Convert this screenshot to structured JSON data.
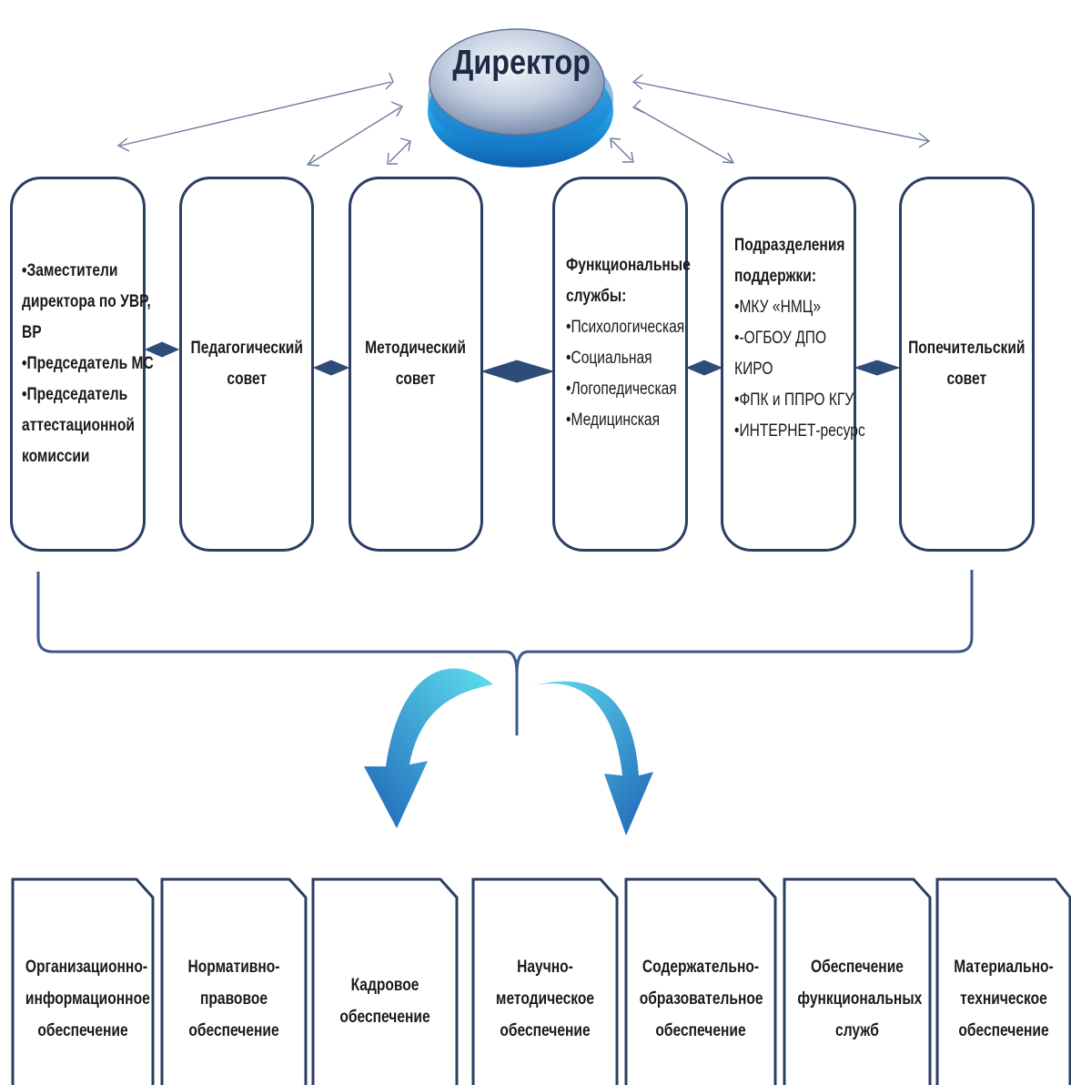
{
  "director": {
    "label": "Директор"
  },
  "structure_units": [
    {
      "id": "deputies",
      "lines": [
        {
          "text": "•Заместители",
          "bold": true
        },
        {
          "text": "директора по УВР,",
          "bold": true
        },
        {
          "text": "ВР",
          "bold": true
        },
        {
          "text": "•Председатель МС",
          "bold": true
        },
        {
          "text": "•Председатель",
          "bold": true
        },
        {
          "text": "аттестационной",
          "bold": true
        },
        {
          "text": "комиссии",
          "bold": true
        }
      ]
    },
    {
      "id": "pedagogical-council",
      "lines": [
        {
          "text": "Педагогический",
          "bold": true
        },
        {
          "text": "совет",
          "bold": true
        }
      ]
    },
    {
      "id": "methodical-council",
      "lines": [
        {
          "text": "Методический",
          "bold": true
        },
        {
          "text": "совет",
          "bold": true
        }
      ]
    },
    {
      "id": "functional-services",
      "lines": [
        {
          "text": "Функциональные",
          "bold": true
        },
        {
          "text": "службы:",
          "bold": true
        },
        {
          "text": "•Психологическая",
          "bold": false
        },
        {
          "text": "•Социальная",
          "bold": false
        },
        {
          "text": "•Логопедическая",
          "bold": false
        },
        {
          "text": "•Медицинская",
          "bold": false
        }
      ]
    },
    {
      "id": "support-units",
      "lines": [
        {
          "text": "Подразделения",
          "bold": true
        },
        {
          "text": "поддержки:",
          "bold": true
        },
        {
          "text": "•МКУ «НМЦ»",
          "bold": false
        },
        {
          "text": "•-ОГБОУ ДПО",
          "bold": false
        },
        {
          "text": "КИРО",
          "bold": false
        },
        {
          "text": "•ФПК и ППРО КГУ",
          "bold": false
        },
        {
          "text": "•ИНТЕРНЕТ-ресурс",
          "bold": false
        }
      ]
    },
    {
      "id": "board-of-trustees",
      "lines": [
        {
          "text": "Попечительский",
          "bold": true
        },
        {
          "text": "совет",
          "bold": true
        }
      ]
    }
  ],
  "support_types": [
    {
      "id": "org-info",
      "lines": [
        "Организационно-",
        "информационное",
        "обеспечение"
      ]
    },
    {
      "id": "normative-legal",
      "lines": [
        "Нормативно-",
        "правовое",
        "обеспечение"
      ]
    },
    {
      "id": "staffing",
      "lines": [
        "Кадровое",
        "обеспечение"
      ]
    },
    {
      "id": "scientific-methodical",
      "lines": [
        "Научно-",
        "методическое",
        "обеспечение"
      ]
    },
    {
      "id": "content-educational",
      "lines": [
        "Содержательно-",
        "образовательное",
        "обеспечение"
      ]
    },
    {
      "id": "functional-services-support",
      "lines": [
        "Обеспечение",
        "функциональных",
        "служб"
      ]
    },
    {
      "id": "material-technical",
      "lines": [
        "Материально-",
        "техническое",
        "обеспечение"
      ]
    }
  ],
  "colors": {
    "box_border": "#2b3e63",
    "connector": "#2e4b7a",
    "arrow_light": "#45c9e8",
    "arrow_dark": "#1f6fc0",
    "director_top": "#c9d3e3",
    "director_base": "#2aa7e3"
  }
}
